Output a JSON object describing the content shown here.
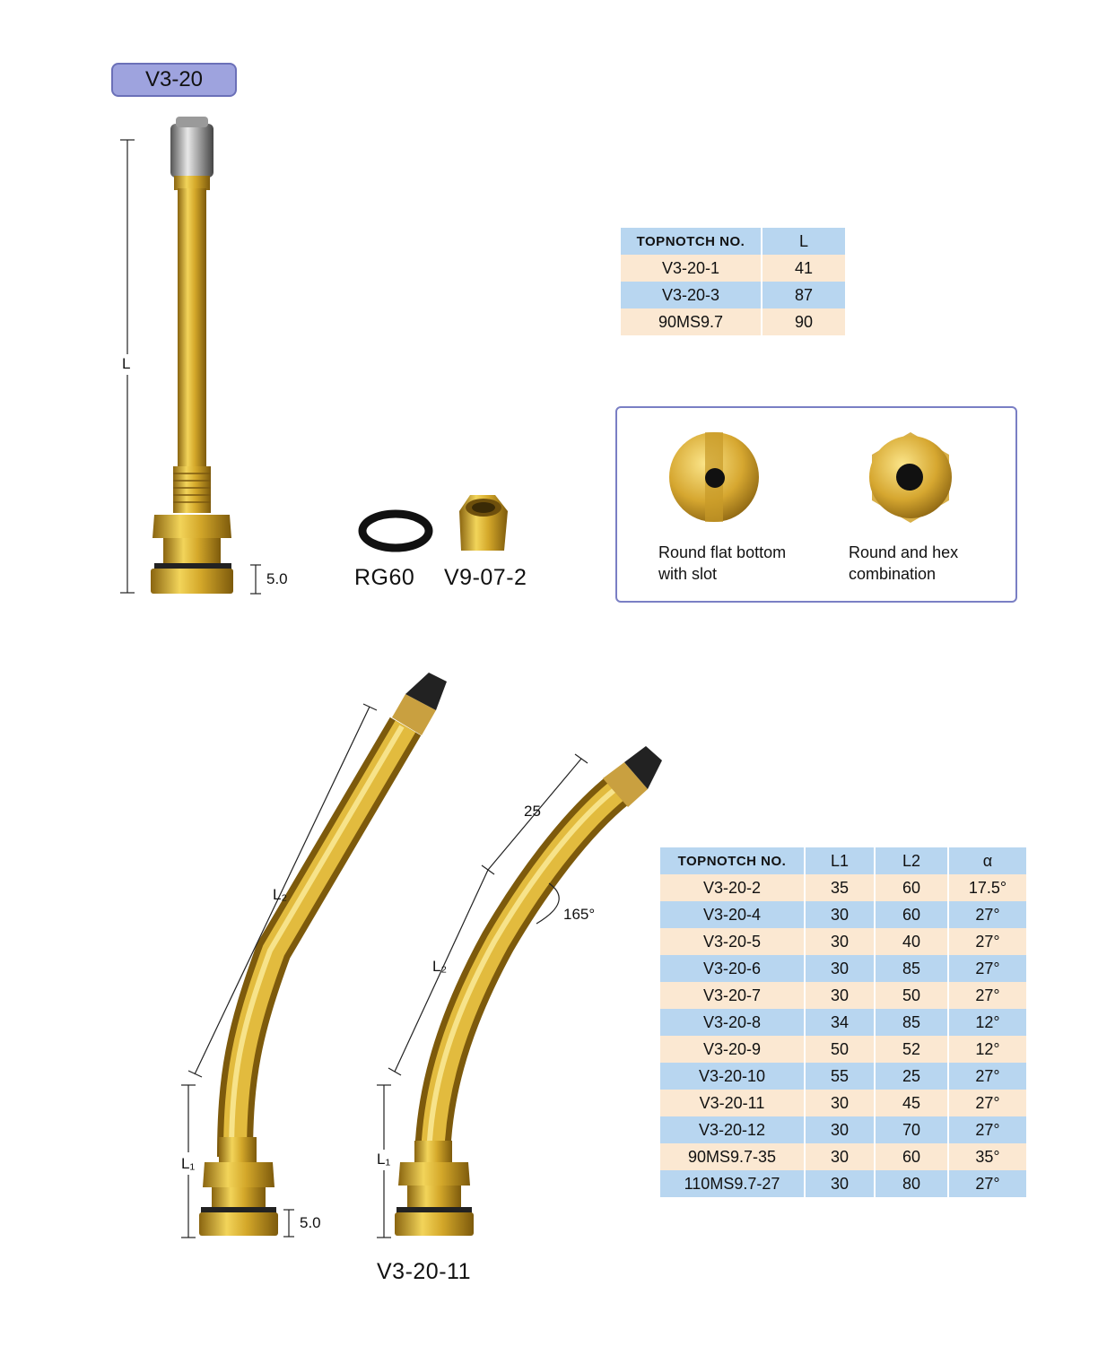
{
  "model_badge": "V3-20",
  "top_diagram": {
    "length_label": "L",
    "base_height": "5.0"
  },
  "accessories": [
    {
      "name": "RG60",
      "icon": "o-ring-icon"
    },
    {
      "name": "V9-07-2",
      "icon": "hex-nut-icon"
    }
  ],
  "table1": {
    "headers": [
      "TOPNOTCH NO.",
      "L"
    ],
    "rows": [
      [
        "V3-20-1",
        "41"
      ],
      [
        "V3-20-3",
        "87"
      ],
      [
        "90MS9.7",
        "90"
      ]
    ]
  },
  "bottom_options": [
    {
      "line1": "Round flat bottom",
      "line2": "with slot"
    },
    {
      "line1": "Round and hex",
      "line2": "combination"
    }
  ],
  "bent_diagram": {
    "l1_label": "L₁",
    "l2_label": "L₂",
    "l2_label_right": "L₂",
    "l1_label_right": "L₁",
    "tip_length": "25",
    "angle": "165°",
    "base_height": "5.0",
    "caption": "V3-20-11"
  },
  "table2": {
    "headers": [
      "TOPNOTCH NO.",
      "L1",
      "L2",
      "α"
    ],
    "rows": [
      [
        "V3-20-2",
        "35",
        "60",
        "17.5°"
      ],
      [
        "V3-20-4",
        "30",
        "60",
        "27°"
      ],
      [
        "V3-20-5",
        "30",
        "40",
        "27°"
      ],
      [
        "V3-20-6",
        "30",
        "85",
        "27°"
      ],
      [
        "V3-20-7",
        "30",
        "50",
        "27°"
      ],
      [
        "V3-20-8",
        "34",
        "85",
        "12°"
      ],
      [
        "V3-20-9",
        "50",
        "52",
        "12°"
      ],
      [
        "V3-20-10",
        "55",
        "25",
        "27°"
      ],
      [
        "V3-20-11",
        "30",
        "45",
        "27°"
      ],
      [
        "V3-20-12",
        "30",
        "70",
        "27°"
      ],
      [
        "90MS9.7-35",
        "30",
        "60",
        "35°"
      ],
      [
        "110MS9.7-27",
        "30",
        "80",
        "27°"
      ]
    ]
  },
  "colors": {
    "brass": "#c8a02a",
    "badge": "#9ea3de",
    "row_blue": "#b8d6f0",
    "row_cream": "#fbe8d2",
    "box_border": "#7a7fc4"
  }
}
